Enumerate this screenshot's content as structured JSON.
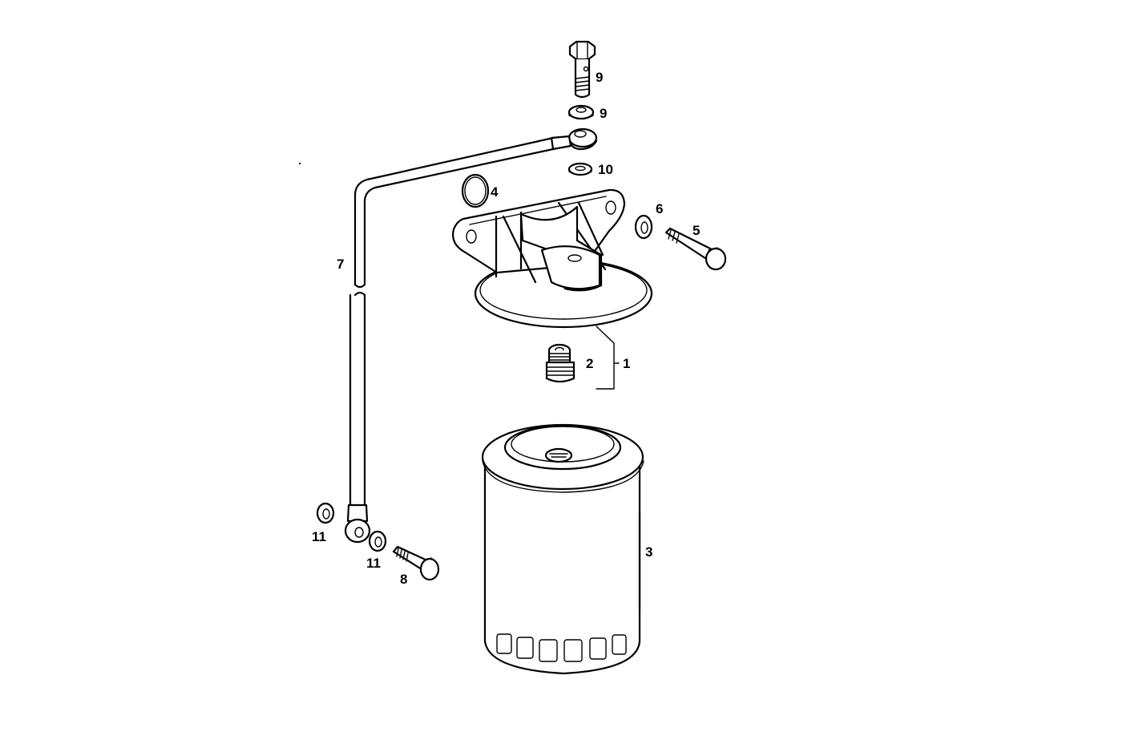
{
  "diagram": {
    "type": "exploded-parts-diagram",
    "subject": "oil filter assembly",
    "background": "#ffffff",
    "line_color": "#000000",
    "callouts": [
      {
        "id": "1",
        "label": "1",
        "part": "filter head / mounting bracket"
      },
      {
        "id": "2",
        "label": "2",
        "part": "threaded nipple"
      },
      {
        "id": "3",
        "label": "3",
        "part": "oil filter cartridge"
      },
      {
        "id": "4",
        "label": "4",
        "part": "sealing ring"
      },
      {
        "id": "5",
        "label": "5",
        "part": "bolt"
      },
      {
        "id": "6",
        "label": "6",
        "part": "washer"
      },
      {
        "id": "7",
        "label": "7",
        "part": "oil line"
      },
      {
        "id": "8",
        "label": "8",
        "part": "banjo bolt"
      },
      {
        "id": "9a",
        "label": "9",
        "part": "sealing washer (upper)"
      },
      {
        "id": "9b",
        "label": "9",
        "part": "sealing washer (lower)"
      },
      {
        "id": "10",
        "label": "10",
        "part": "banjo bolt"
      },
      {
        "id": "11a",
        "label": "11",
        "part": "sealing washer (left)"
      },
      {
        "id": "11b",
        "label": "11",
        "part": "sealing washer (right)"
      }
    ]
  }
}
